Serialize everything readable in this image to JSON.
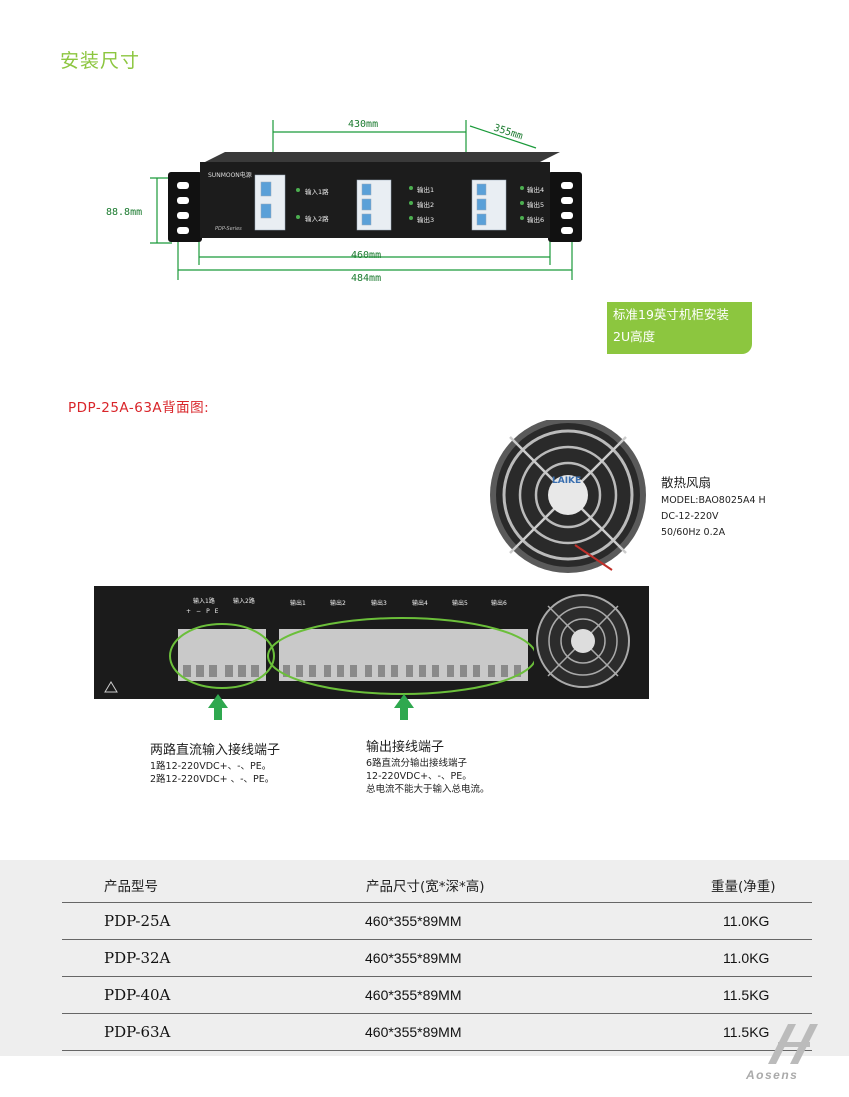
{
  "section_title": "安装尺寸",
  "dimensions": {
    "width_inner": "430mm",
    "depth": "355mm",
    "height": "88.8mm",
    "width_body": "460mm",
    "width_total": "484mm"
  },
  "front_panel": {
    "brand": "SUNMOON电源",
    "series": "PDP-Series",
    "input_labels": [
      "输入1路",
      "输入2路"
    ],
    "output_labels_mid": [
      "输出1",
      "输出2",
      "输出3"
    ],
    "output_labels_right": [
      "输出4",
      "输出5",
      "输出6"
    ]
  },
  "badge": {
    "line1": "标准19英寸机柜安装",
    "line2": "2U高度"
  },
  "rear_title": "PDP-25A-63A背面图:",
  "rear_panel": {
    "input_group_labels": [
      "输入1路",
      "输入2路"
    ],
    "output_group_labels": [
      "输出1",
      "输出2",
      "输出3",
      "输出4",
      "输出5",
      "输出6"
    ],
    "terminal_marks": [
      "+",
      "−",
      "PE"
    ]
  },
  "fan": {
    "title": "散热风扇",
    "model": "MODEL:BAO8025A4 H",
    "voltage": "DC-12-220V",
    "rating": "50/60Hz 0.2A",
    "brand_on_fan": "LAIKE"
  },
  "callout_input": {
    "title": "两路直流输入接线端子",
    "line1": "1路12-220VDC+、-、PE。",
    "line2": "2路12-220VDC+ 、-、PE。"
  },
  "callout_output": {
    "title": "输出接线端子",
    "line1": "6路直流分输出接线端子",
    "line2": "12-220VDC+、-、PE。",
    "line3": "总电流不能大于输入总电流。"
  },
  "spec_table": {
    "headers": [
      "产品型号",
      "产品尺寸(宽*深*高)",
      "重量(净重)"
    ],
    "rows": [
      [
        "PDP-25A",
        "460*355*89MM",
        "11.0KG"
      ],
      [
        "PDP-32A",
        "460*355*89MM",
        "11.0KG"
      ],
      [
        "PDP-40A",
        "460*355*89MM",
        "11.5KG"
      ],
      [
        "PDP-63A",
        "460*355*89MM",
        "11.5KG"
      ]
    ]
  },
  "logo": "Aosens",
  "colors": {
    "accent_green": "#8cc63f",
    "dimension_green": "#1a9a3a",
    "red_title": "#d9252a",
    "panel_black": "#1c1c1c"
  }
}
